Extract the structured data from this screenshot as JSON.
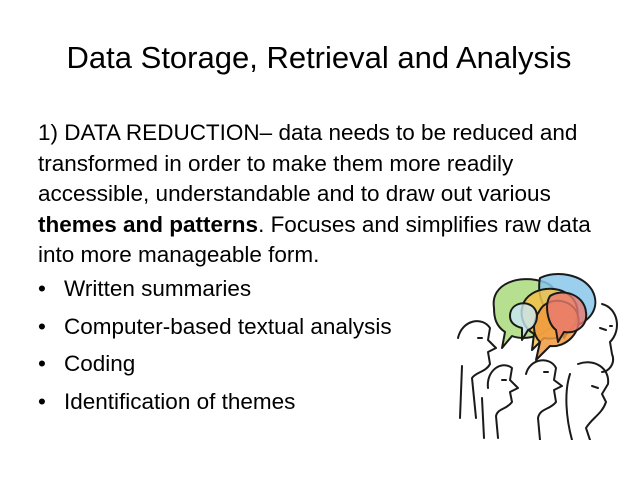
{
  "slide": {
    "title": "Data Storage, Retrieval and Analysis",
    "paragraph": {
      "intro": "1) DATA REDUCTION– data needs to be reduced and transformed in order to make them more readily accessible, understandable and to draw out various ",
      "emphasis": "themes and patterns",
      "outro": ". Focuses and simplifies raw data into more manageable form."
    },
    "bullet_glyph": "•",
    "bullets": [
      "Written summaries",
      "Computer-based textual analysis",
      "Coding",
      "Identification of themes"
    ]
  }
}
